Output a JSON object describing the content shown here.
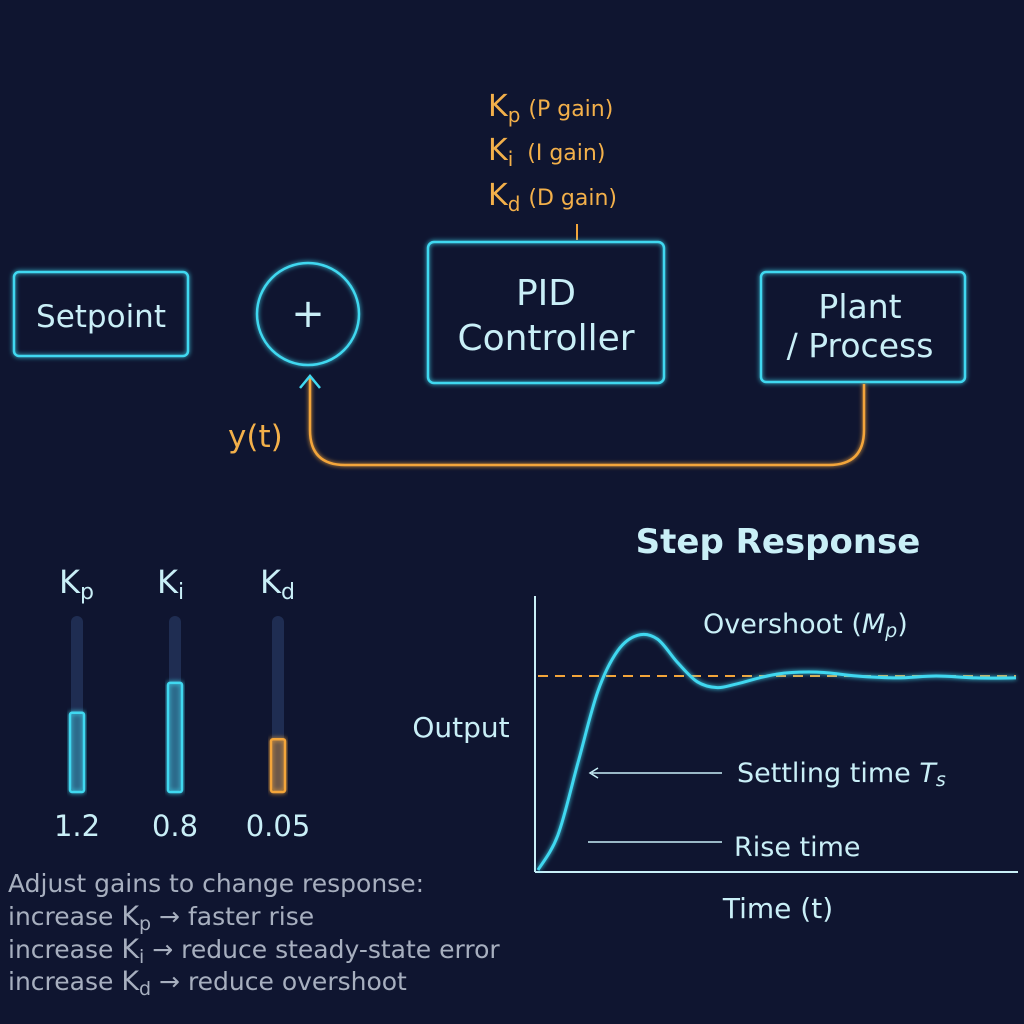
{
  "gains_header": {
    "kp": {
      "symbol": "K",
      "sub": "p",
      "desc": "(P gain)"
    },
    "ki": {
      "symbol": "K",
      "sub": "i",
      "desc": "(I gain)"
    },
    "kd": {
      "symbol": "K",
      "sub": "d",
      "desc": "(D gain)"
    }
  },
  "blocks": {
    "setpoint": "Setpoint",
    "sum_symbol": "+",
    "pid_line1": "PID",
    "pid_line2": "Controller",
    "plant_line1": "Plant",
    "plant_line2": "/ Process"
  },
  "feedback_label": "y(t)",
  "sliders": [
    {
      "symbol": "K",
      "sub": "p",
      "value": "1.2",
      "level": 0.45,
      "color": "#40d8f0"
    },
    {
      "symbol": "K",
      "sub": "i",
      "value": "0.8",
      "level": 0.62,
      "color": "#40d8f0"
    },
    {
      "symbol": "K",
      "sub": "d",
      "value": "0.05",
      "level": 0.3,
      "color": "#f3a53a"
    }
  ],
  "instructions": {
    "heading": "Adjust gains to change response:",
    "lines": [
      {
        "pre": "increase ",
        "sym": "K",
        "sub": "p",
        "post": " → faster rise"
      },
      {
        "pre": "increase ",
        "sym": "K",
        "sub": "i",
        "post": " → reduce steady-state error"
      },
      {
        "pre": "increase ",
        "sym": "K",
        "sub": "d",
        "post": " → reduce overshoot"
      }
    ]
  },
  "chart_data": {
    "type": "line",
    "title": "Step Response",
    "xlabel": "Time (t)",
    "ylabel": "Output",
    "setpoint_line": "dashed",
    "series": [
      {
        "x": [
          0,
          0.2,
          0.4,
          0.6,
          0.8,
          1.0,
          1.2,
          1.4,
          1.6,
          1.8,
          2.0,
          2.4,
          2.8,
          3.2,
          3.6,
          4.0,
          4.4,
          4.8
        ],
        "y": [
          0.0,
          0.18,
          0.55,
          0.92,
          1.13,
          1.21,
          1.19,
          1.07,
          0.97,
          0.94,
          0.96,
          1.01,
          1.02,
          1.0,
          0.99,
          1.0,
          0.99,
          0.99
        ]
      }
    ],
    "annotations": {
      "overshoot": {
        "label": "Overshoot (",
        "sym": "M",
        "sub": "p",
        "close": ")"
      },
      "settling": {
        "label": "Settling time ",
        "sym": "T",
        "sub": "s"
      },
      "rise": {
        "label": "Rise time"
      }
    }
  },
  "colors": {
    "background": "#0f1530",
    "cyan": "#40d8f0",
    "orange": "#f3a53a"
  }
}
